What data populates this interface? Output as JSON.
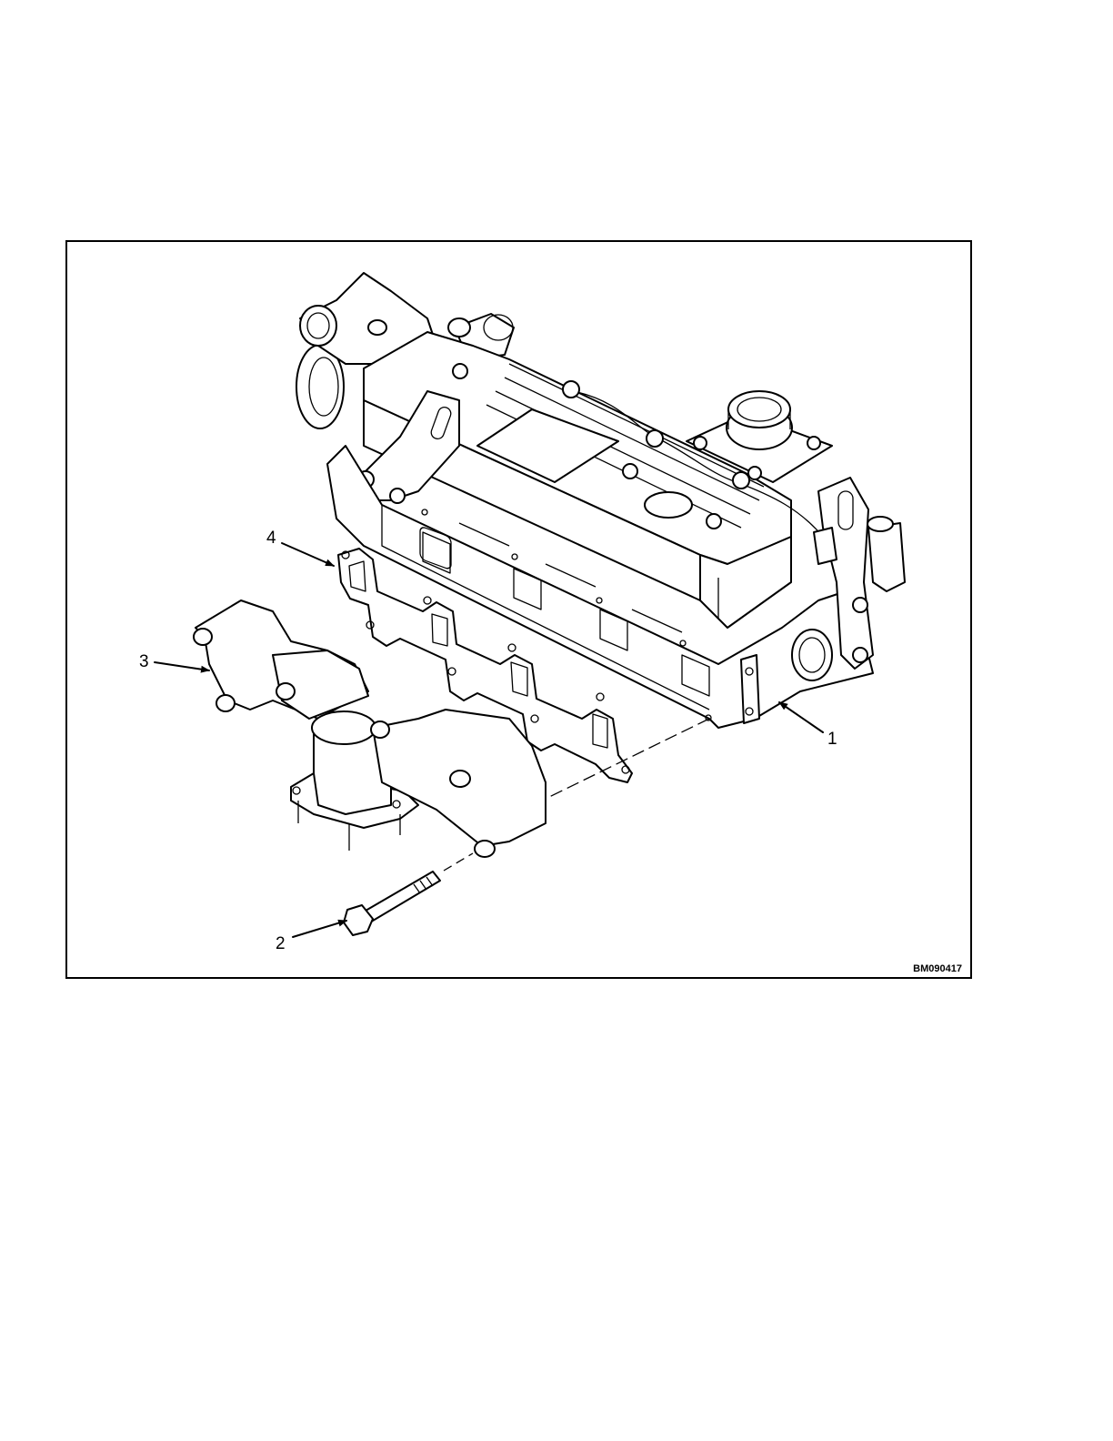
{
  "figure": {
    "figure_id": "BM090417",
    "callouts": [
      {
        "id": "callout-1",
        "label": "1"
      },
      {
        "id": "callout-2",
        "label": "2"
      },
      {
        "id": "callout-3",
        "label": "3"
      },
      {
        "id": "callout-4",
        "label": "4"
      }
    ]
  },
  "colors": {
    "line": "#000000",
    "background": "#ffffff"
  }
}
